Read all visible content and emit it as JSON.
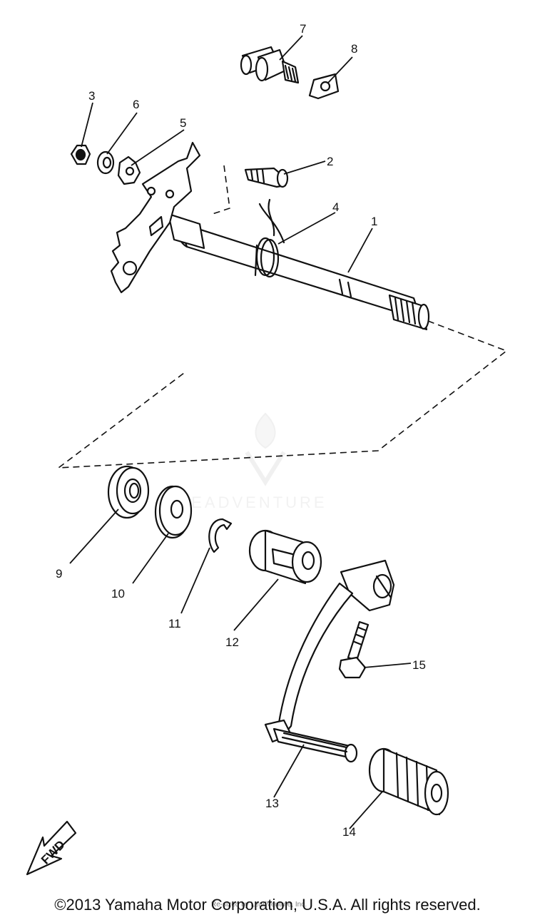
{
  "callouts": [
    "1",
    "2",
    "3",
    "4",
    "5",
    "6",
    "7",
    "8",
    "9",
    "10",
    "11",
    "12",
    "13",
    "14",
    "15"
  ],
  "fwd_label": "FWD",
  "watermark": "LEADVENTURE",
  "watermark_small": "Re-sized by LeadVenture, Inc.",
  "copyright": "©2013 Yamaha Motor Corporation, U.S.A. All rights reserved."
}
